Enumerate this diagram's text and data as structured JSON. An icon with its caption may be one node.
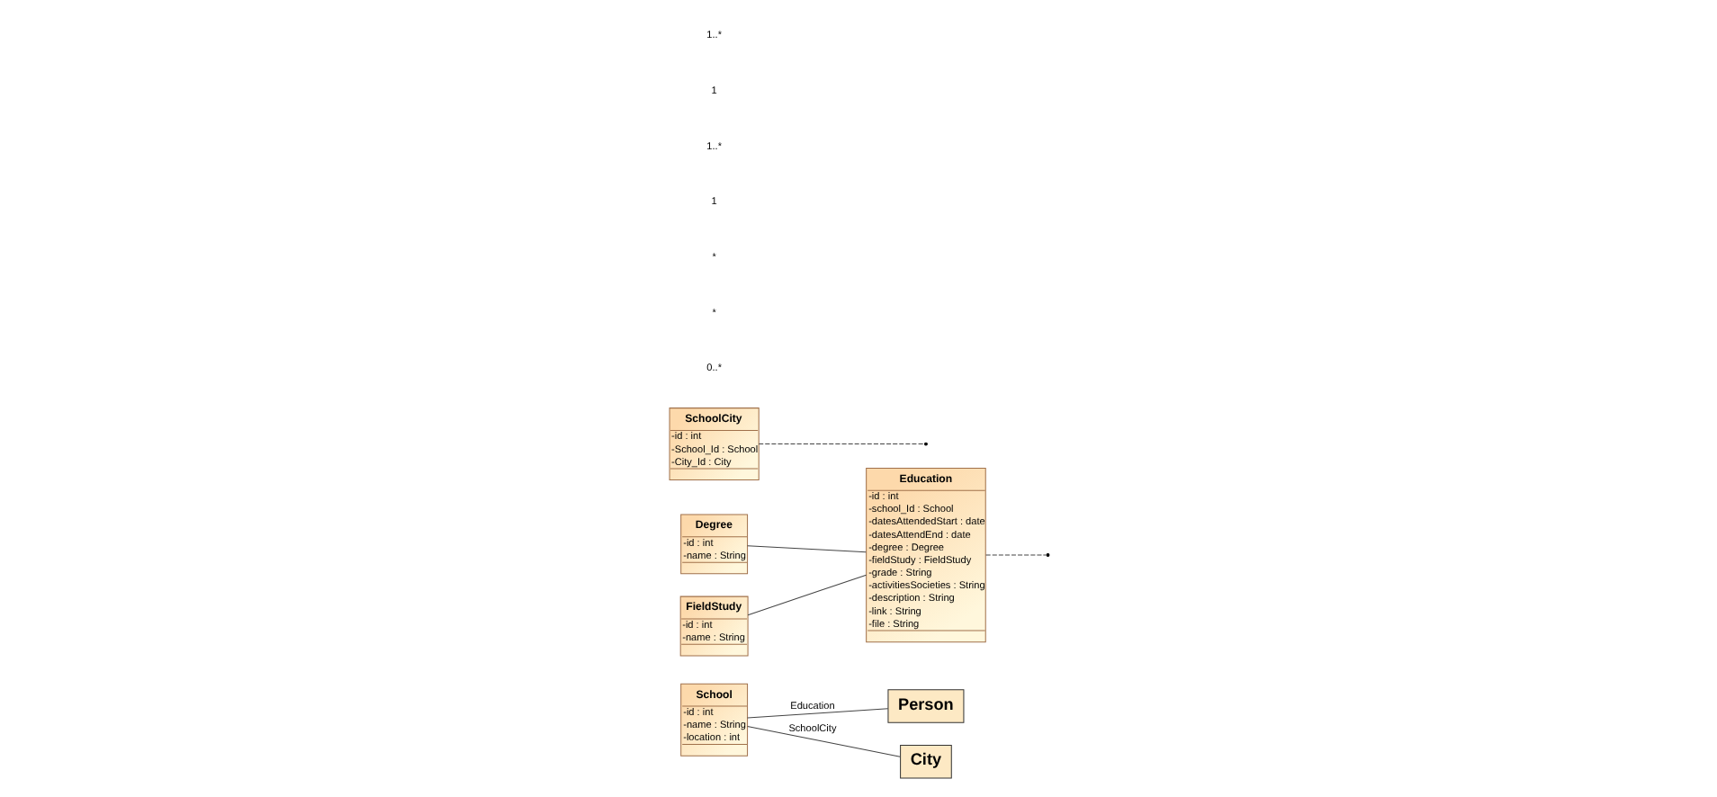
{
  "diagram": {
    "nodes": [
      {
        "text": [
          "School",
          "-id : int",
          "-name : String",
          "-location : int"
        ]
      },
      {
        "text": [
          "Person"
        ]
      },
      {
        "text": [
          "Education",
          "-id : int",
          "-school_Id : School",
          "-datesAttendedStart : date",
          "-datesAttendEnd : date",
          "-degree : Degree",
          "-fieldStudy : FieldStudy",
          "-grade : String",
          "-activitiesSocieties : String",
          "-description : String",
          "-link : String",
          "-file : String"
        ]
      },
      {
        "text": [
          "Degree",
          "-id : int",
          "-name : String"
        ]
      },
      {
        "text": [
          "SchoolCity",
          "-id : int",
          "-School_Id : School",
          "-City_Id : City"
        ]
      },
      {
        "text": [
          "FieldStudy",
          "-id : int",
          "-name : String"
        ]
      },
      {
        "text": [
          "City"
        ]
      }
    ],
    "edges": [
      {
        "from": 0,
        "to": 1,
        "arrow": "none",
        "label": "Education"
      },
      {
        "from": 2,
        "to": null,
        "arrow": "none",
        "style": "dashed"
      },
      {
        "from": 0,
        "to": 6,
        "arrow": "none",
        "label": "SchoolCity"
      },
      {
        "from": 4,
        "to": null,
        "arrow": "none",
        "style": "dashed"
      },
      {
        "from": 3,
        "to": 2,
        "arrow": "none"
      },
      {
        "from": 5,
        "to": 2,
        "arrow": "none"
      }
    ],
    "labels": [
      "0..*",
      "*",
      "*",
      "1",
      "1..*",
      "1",
      "1..*"
    ]
  }
}
